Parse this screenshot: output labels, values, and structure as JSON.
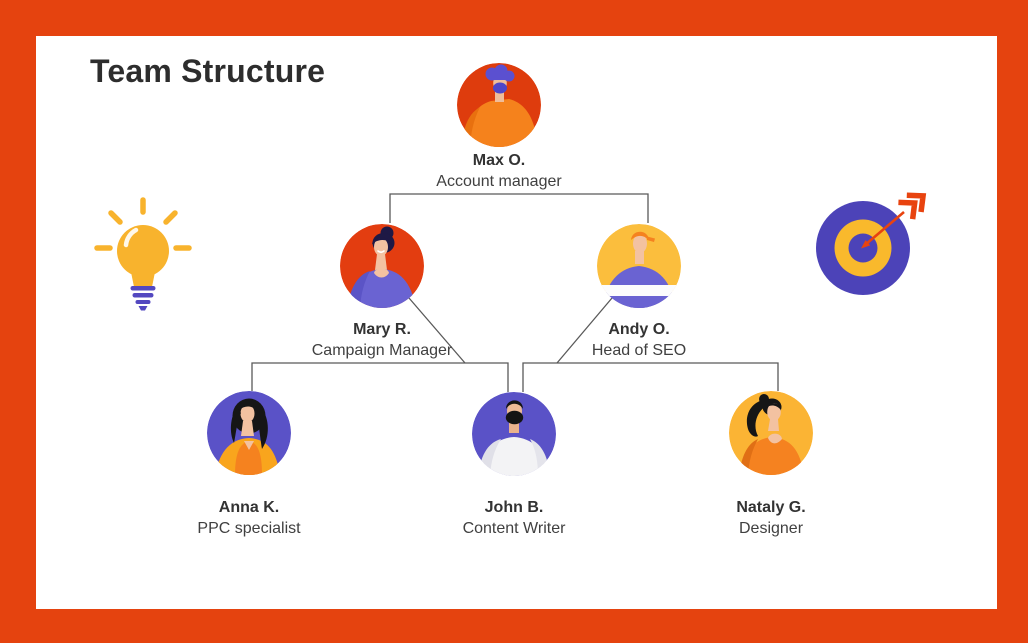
{
  "page": {
    "title": "Team Structure"
  },
  "team": {
    "members": [
      {
        "name": "Max O.",
        "role": "Account manager",
        "avatar_bg": "#DE3C0D"
      },
      {
        "name": "Mary R.",
        "role": "Campaign Manager",
        "avatar_bg": "#E33D10"
      },
      {
        "name": "Andy O.",
        "role": "Head of SEO",
        "avatar_bg": "#FBBE3D"
      },
      {
        "name": "Anna K.",
        "role": "PPC specialist",
        "avatar_bg": "#5A52C7"
      },
      {
        "name": "John B.",
        "role": "Content Writer",
        "avatar_bg": "#5A52C7"
      },
      {
        "name": "Nataly G.",
        "role": "Designer",
        "avatar_bg": "#FBB434"
      }
    ],
    "reporting_lines": [
      [
        "Max O.",
        "Mary R."
      ],
      [
        "Max O.",
        "Andy O."
      ],
      [
        "Mary R.",
        "Anna K."
      ],
      [
        "Mary R.",
        "John B."
      ],
      [
        "Andy O.",
        "John B."
      ],
      [
        "Andy O.",
        "Nataly G."
      ]
    ]
  },
  "decorative_icons": [
    "lightbulb-icon",
    "target-icon"
  ],
  "colors": {
    "frame": "#E5430F",
    "canvas": "#FFFFFF",
    "connector_line": "#595959",
    "title_text": "#2D2D2D",
    "name_text": "#333333",
    "role_text": "#404040",
    "accent_yellow": "#F8B32D",
    "accent_purple": "#5348C0",
    "accent_orange": "#F5821F"
  }
}
